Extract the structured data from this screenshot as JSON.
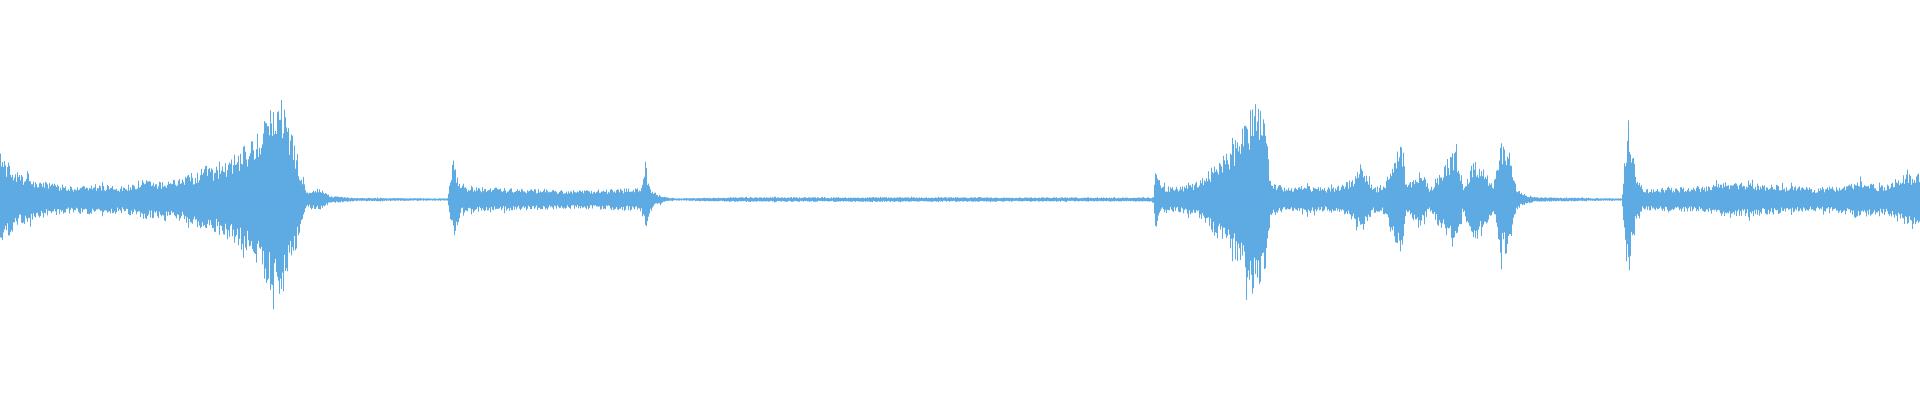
{
  "waveform": {
    "color": "#5eaae3",
    "background": "#ffffff",
    "envelope": [
      [
        0,
        0.4
      ],
      [
        0.004,
        0.32
      ],
      [
        0.01,
        0.22
      ],
      [
        0.02,
        0.16
      ],
      [
        0.035,
        0.12
      ],
      [
        0.05,
        0.13
      ],
      [
        0.065,
        0.12
      ],
      [
        0.075,
        0.18
      ],
      [
        0.085,
        0.15
      ],
      [
        0.095,
        0.19
      ],
      [
        0.105,
        0.25
      ],
      [
        0.115,
        0.3
      ],
      [
        0.125,
        0.42
      ],
      [
        0.133,
        0.55
      ],
      [
        0.14,
        0.75
      ],
      [
        0.147,
        0.92
      ],
      [
        0.151,
        0.6
      ],
      [
        0.154,
        0.45
      ],
      [
        0.157,
        0.2
      ],
      [
        0.16,
        0.06
      ],
      [
        0.166,
        0.1
      ],
      [
        0.172,
        0.03
      ],
      [
        0.185,
        0.015
      ],
      [
        0.233,
        0.01
      ],
      [
        0.236,
        0.35
      ],
      [
        0.24,
        0.12
      ],
      [
        0.26,
        0.1
      ],
      [
        0.3,
        0.08
      ],
      [
        0.32,
        0.09
      ],
      [
        0.334,
        0.1
      ],
      [
        0.336,
        0.27
      ],
      [
        0.339,
        0.1
      ],
      [
        0.342,
        0.05
      ],
      [
        0.347,
        0.02
      ],
      [
        0.352,
        0.01
      ],
      [
        0.38,
        0.02
      ],
      [
        0.5,
        0.02
      ],
      [
        0.6,
        0.018
      ],
      [
        0.601,
        0.03
      ],
      [
        0.602,
        0.34
      ],
      [
        0.605,
        0.12
      ],
      [
        0.615,
        0.11
      ],
      [
        0.625,
        0.16
      ],
      [
        0.632,
        0.3
      ],
      [
        0.64,
        0.42
      ],
      [
        0.648,
        0.68
      ],
      [
        0.654,
        0.85
      ],
      [
        0.659,
        0.68
      ],
      [
        0.662,
        0.16
      ],
      [
        0.67,
        0.1
      ],
      [
        0.68,
        0.12
      ],
      [
        0.69,
        0.1
      ],
      [
        0.7,
        0.13
      ],
      [
        0.705,
        0.2
      ],
      [
        0.71,
        0.28
      ],
      [
        0.715,
        0.12
      ],
      [
        0.72,
        0.1
      ],
      [
        0.725,
        0.3
      ],
      [
        0.73,
        0.48
      ],
      [
        0.733,
        0.12
      ],
      [
        0.74,
        0.26
      ],
      [
        0.745,
        0.1
      ],
      [
        0.752,
        0.3
      ],
      [
        0.758,
        0.45
      ],
      [
        0.762,
        0.12
      ],
      [
        0.768,
        0.35
      ],
      [
        0.773,
        0.3
      ],
      [
        0.778,
        0.1
      ],
      [
        0.782,
        0.5
      ],
      [
        0.786,
        0.44
      ],
      [
        0.79,
        0.09
      ],
      [
        0.795,
        0.04
      ],
      [
        0.8,
        0.02
      ],
      [
        0.845,
        0.01
      ],
      [
        0.848,
        0.72
      ],
      [
        0.852,
        0.25
      ],
      [
        0.856,
        0.09
      ],
      [
        0.87,
        0.11
      ],
      [
        0.885,
        0.1
      ],
      [
        0.9,
        0.16
      ],
      [
        0.915,
        0.14
      ],
      [
        0.93,
        0.12
      ],
      [
        0.945,
        0.1
      ],
      [
        0.96,
        0.12
      ],
      [
        0.97,
        0.17
      ],
      [
        0.98,
        0.12
      ],
      [
        0.99,
        0.2
      ],
      [
        1.0,
        0.24
      ]
    ]
  }
}
